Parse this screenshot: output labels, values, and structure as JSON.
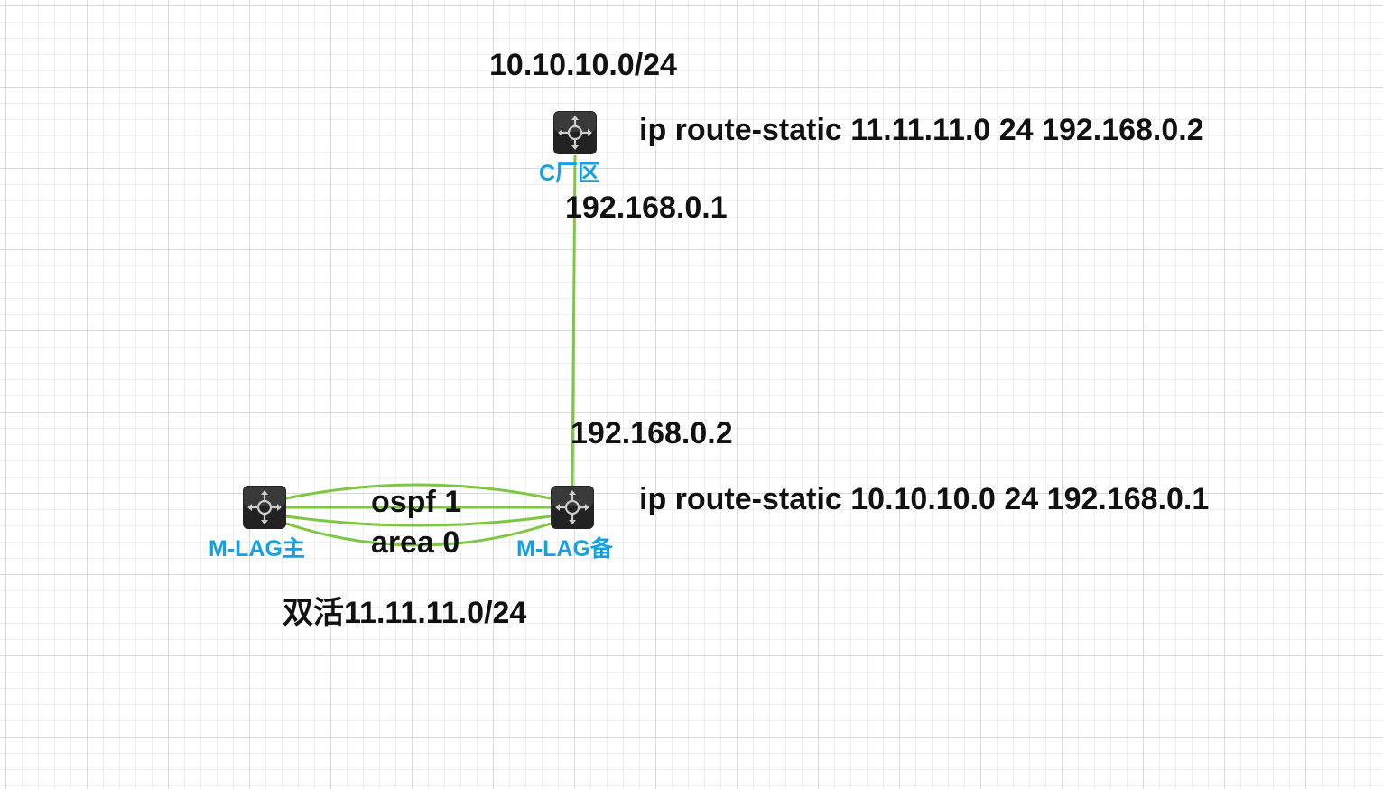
{
  "colors": {
    "link": "#7dc742",
    "device_label": "#14a0e6",
    "text": "#111111",
    "router_fill": "#222222",
    "router_glyph": "#cccccc"
  },
  "devices": {
    "c_area": {
      "label": "C厂区",
      "icon": "router-icon"
    },
    "mlag_primary": {
      "label": "M-LAG主",
      "icon": "router-icon"
    },
    "mlag_backup": {
      "label": "M-LAG备",
      "icon": "router-icon"
    }
  },
  "annotations": {
    "top_network": "10.10.10.0/24",
    "static_route_c": "ip route-static 11.11.11.0 24 192.168.0.2",
    "ip_c": "192.168.0.1",
    "ip_backup": "192.168.0.2",
    "static_route_backup": "ip route-static 10.10.10.0 24 192.168.0.1",
    "ospf_process": "ospf 1",
    "ospf_area": "area 0",
    "dual_active_network": "双活11.11.11.0/24"
  }
}
